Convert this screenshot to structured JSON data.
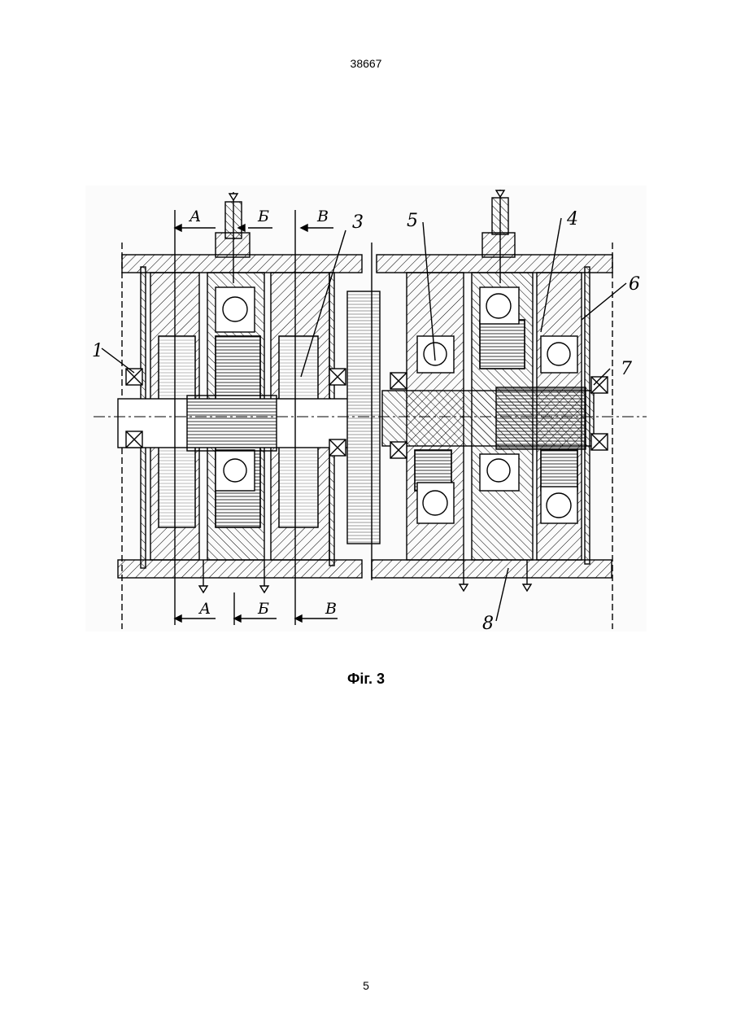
{
  "header": {
    "document_number": "38667"
  },
  "figure": {
    "caption": "Фіг. 3",
    "part_labels": [
      "1",
      "3",
      "4",
      "5",
      "6",
      "7",
      "8"
    ],
    "section_labels": [
      "А",
      "Б",
      "В"
    ]
  },
  "footer": {
    "page_number": "5"
  }
}
